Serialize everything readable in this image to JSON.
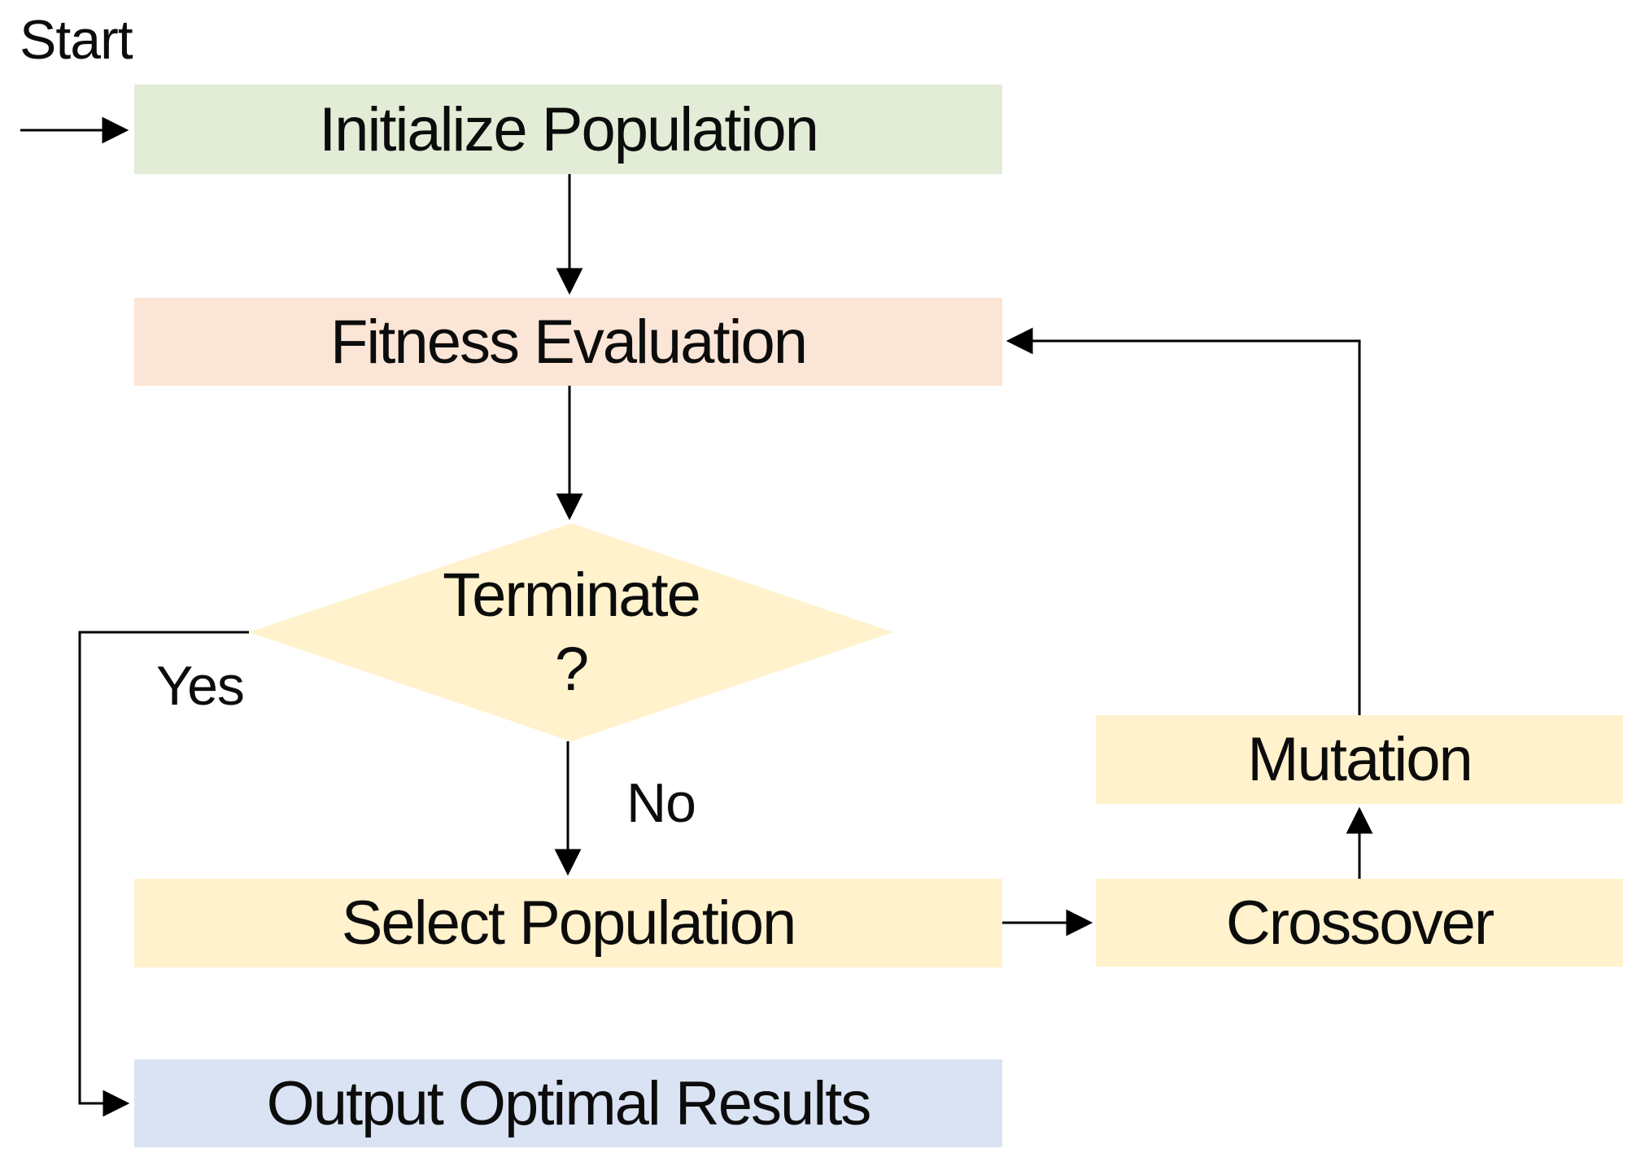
{
  "colors": {
    "green": "#e2ecd6",
    "pink": "#fbe5d6",
    "yellow": "#fff2cc",
    "blue": "#dae3f3",
    "line": "#000000",
    "text": "#0c0c0c",
    "background": "#ffffff"
  },
  "labels": {
    "start": "Start",
    "yes": "Yes",
    "no": "No"
  },
  "nodes": {
    "initialize_population": "Initialize Population",
    "fitness_evaluation": "Fitness Evaluation",
    "terminate_line1": "Terminate",
    "terminate_line2": "?",
    "select_population": "Select Population",
    "crossover": "Crossover",
    "mutation": "Mutation",
    "output_optimal_results": "Output Optimal Results"
  }
}
